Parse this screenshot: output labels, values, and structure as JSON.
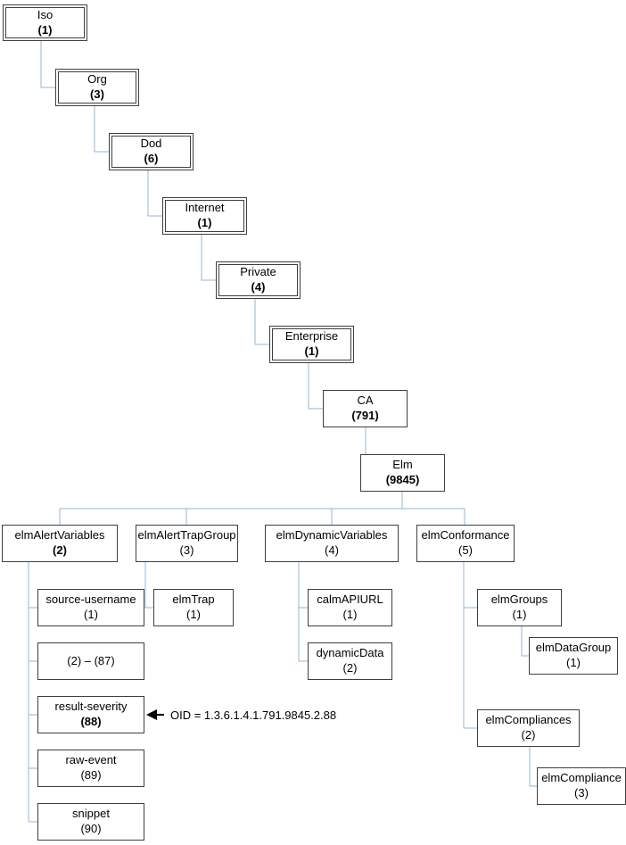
{
  "annotation": {
    "oid_text": "OID = 1.3.6.1.4.1.791.9845.2.88"
  },
  "nodes": {
    "iso": {
      "label": "Iso",
      "count": "(1)"
    },
    "org": {
      "label": "Org",
      "count": "(3)"
    },
    "dod": {
      "label": "Dod",
      "count": "(6)"
    },
    "internet": {
      "label": "Internet",
      "count": "(1)"
    },
    "private": {
      "label": "Private",
      "count": "(4)"
    },
    "enterprise": {
      "label": "Enterprise",
      "count": "(1)"
    },
    "ca": {
      "label": "CA",
      "count": "(791)"
    },
    "elm": {
      "label": "Elm",
      "count": "(9845)"
    },
    "elmAlertVariables": {
      "label": "elmAlertVariables",
      "count": "(2)"
    },
    "elmAlertTrapGroup": {
      "label": "elmAlertTrapGroup",
      "count": "(3)"
    },
    "elmDynamicVariables": {
      "label": "elmDynamicVariables",
      "count": "(4)"
    },
    "elmConformance": {
      "label": "elmConformance",
      "count": "(5)"
    },
    "sourceUsername": {
      "label": "source-username",
      "count": "(1)"
    },
    "range": {
      "label": "(2) – (87)"
    },
    "resultSeverity": {
      "label": "result-severity",
      "count": "(88)"
    },
    "rawEvent": {
      "label": "raw-event",
      "count": "(89)"
    },
    "snippet": {
      "label": "snippet",
      "count": "(90)"
    },
    "elmTrap": {
      "label": "elmTrap",
      "count": "(1)"
    },
    "calmAPIURL": {
      "label": "calmAPIURL",
      "count": "(1)"
    },
    "dynamicData": {
      "label": "dynamicData",
      "count": "(2)"
    },
    "elmGroups": {
      "label": "elmGroups",
      "count": "(1)"
    },
    "elmDataGroup": {
      "label": "elmDataGroup",
      "count": "(1)"
    },
    "elmCompliances": {
      "label": "elmCompliances",
      "count": "(2)"
    },
    "elmCompliance": {
      "label": "elmCompliance",
      "count": "(3)"
    }
  }
}
